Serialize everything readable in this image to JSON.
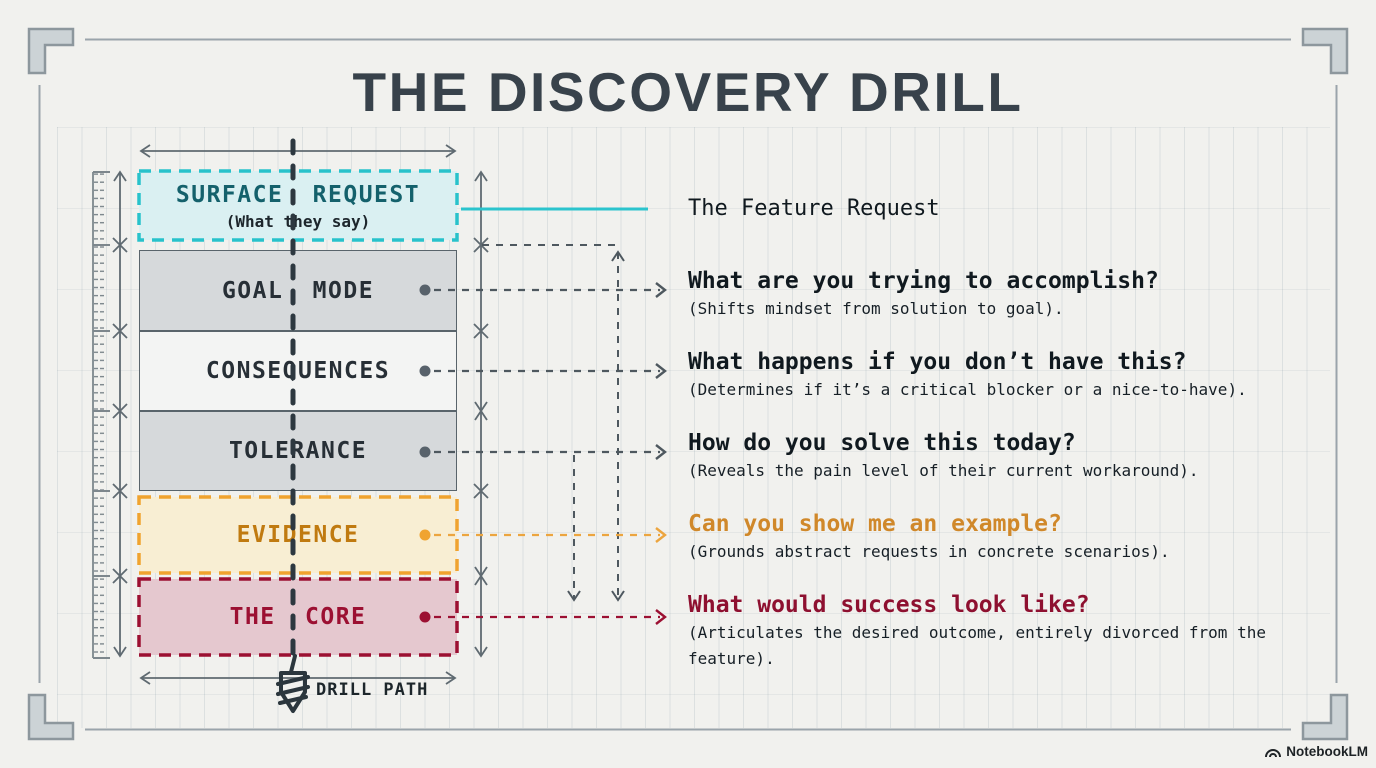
{
  "title": "THE DISCOVERY DRILL",
  "diagram": {
    "layers": [
      {
        "label": "SURFACE REQUEST",
        "sublabel": "(What they say)",
        "border_color": "#28c2cb",
        "fill": "#daf0f2"
      },
      {
        "label": "GOAL MODE",
        "fill": "#d6d9db"
      },
      {
        "label": "CONSEQUENCES",
        "fill": "#f3f4f3"
      },
      {
        "label": "TOLERANCE",
        "fill": "#d6d9db"
      },
      {
        "label": "EVIDENCE",
        "border_color": "#f0a32f",
        "fill": "#f8eed3"
      },
      {
        "label": "THE CORE",
        "border_color": "#9c1032",
        "fill": "#e5c8cf"
      }
    ],
    "drill_path_label": "DRILL PATH"
  },
  "annotations": {
    "feature_request": "The Feature Request",
    "items": [
      {
        "question": "What are you trying to accomplish?",
        "detail": "(Shifts mindset from solution to goal)."
      },
      {
        "question": "What happens if you don’t have this?",
        "detail": "(Determines if it’s a critical blocker or a nice-to-have)."
      },
      {
        "question": "How do you solve this today?",
        "detail": "(Reveals the pain level of their current workaround)."
      },
      {
        "question": "Can you show me an example?",
        "detail": "(Grounds abstract requests in concrete scenarios)."
      },
      {
        "question": "What would success look like?",
        "detail": "(Articulates the desired outcome, entirely divorced from the feature)."
      }
    ]
  },
  "watermark": "NotebookLM",
  "colors": {
    "teal": "#29c1ca",
    "orange": "#f0a32f",
    "maroon": "#9c1032",
    "ink": "#2e3840",
    "dim_line": "#5f6a71"
  }
}
